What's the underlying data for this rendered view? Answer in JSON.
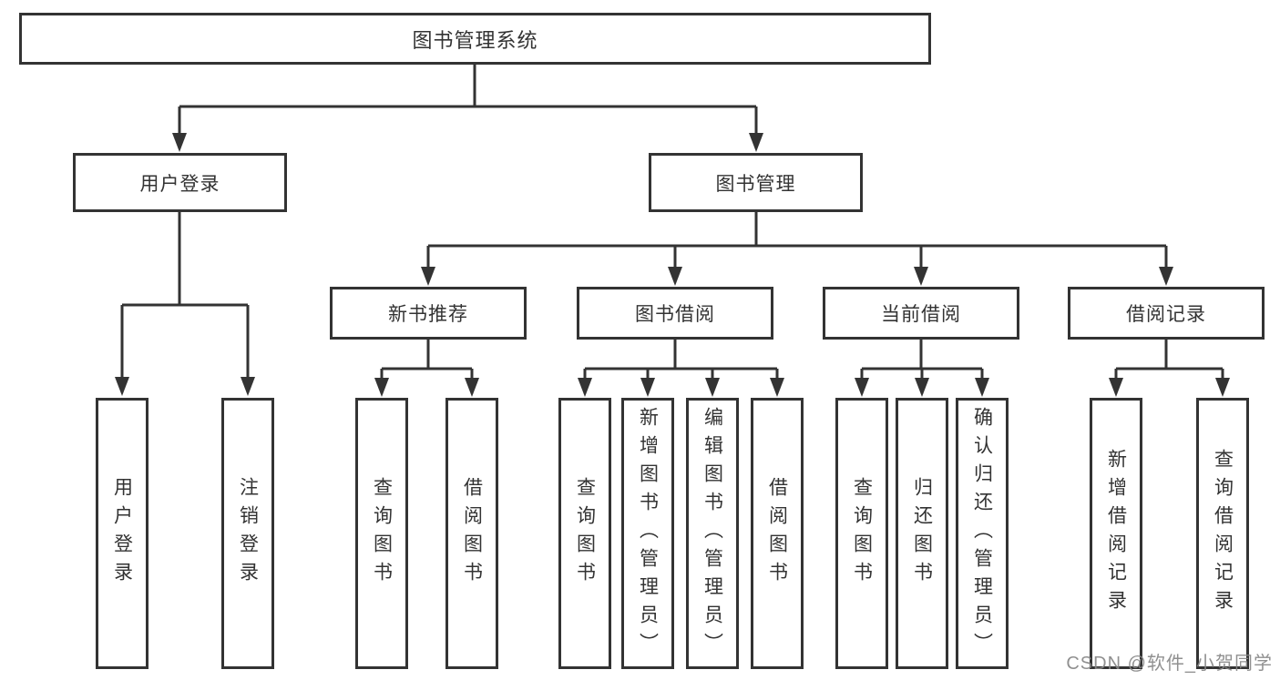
{
  "colors": {
    "line": "#333333",
    "box_border": "#333333",
    "text": "#333333",
    "watermark": "#878787",
    "background": "#ffffff"
  },
  "tree": {
    "root": {
      "label": "图书管理系统"
    },
    "branches": [
      {
        "label": "用户登录",
        "children": [
          {
            "label": "用户登录"
          },
          {
            "label": "注销登录"
          }
        ]
      },
      {
        "label": "图书管理",
        "children": [
          {
            "label": "新书推荐",
            "children": [
              {
                "label": "查询图书"
              },
              {
                "label": "借阅图书"
              }
            ]
          },
          {
            "label": "图书借阅",
            "children": [
              {
                "label": "查询图书"
              },
              {
                "label": "新增图书（管理员）"
              },
              {
                "label": "编辑图书（管理员）"
              },
              {
                "label": "借阅图书"
              }
            ]
          },
          {
            "label": "当前借阅",
            "children": [
              {
                "label": "查询图书"
              },
              {
                "label": "归还图书"
              },
              {
                "label": "确认归还（管理员）"
              }
            ]
          },
          {
            "label": "借阅记录",
            "children": [
              {
                "label": "新增借阅记录"
              },
              {
                "label": "查询借阅记录"
              }
            ]
          }
        ]
      }
    ]
  },
  "watermark": {
    "text": "CSDN @软件_小贺同学"
  }
}
